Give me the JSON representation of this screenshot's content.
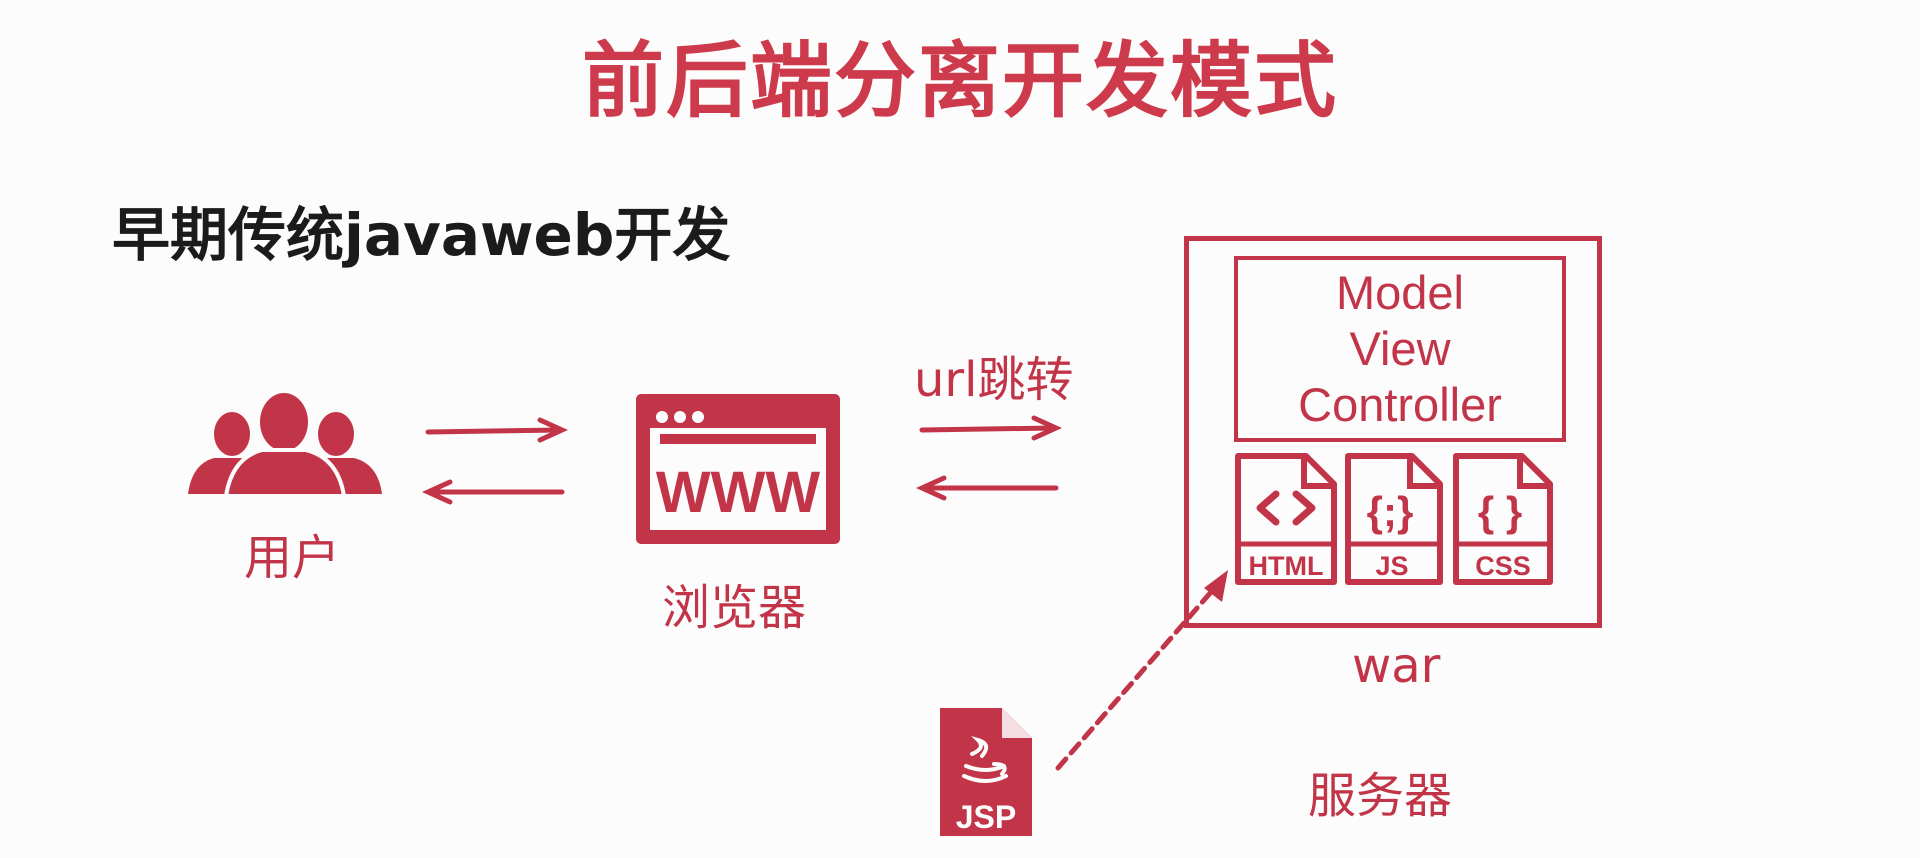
{
  "title": "前后端分离开发模式",
  "subtitle": "早期传统javaweb开发",
  "nodes": {
    "user": "用户",
    "browser": "浏览器",
    "browser_icon_text": "WWW",
    "url_label": "url跳转",
    "mvc": [
      "Model",
      "View",
      "Controller"
    ],
    "files": [
      "HTML",
      "JS",
      "CSS"
    ],
    "war": "war",
    "server": "服务器",
    "jsp": "JSP"
  },
  "colors": {
    "accent": "#c23548",
    "title": "#cd3a4b",
    "text": "#1b1b1b",
    "background": "#fdfcfd"
  },
  "icons": [
    "users-icon",
    "browser-www-icon",
    "html-file-icon",
    "js-file-icon",
    "css-file-icon",
    "jsp-file-icon"
  ]
}
